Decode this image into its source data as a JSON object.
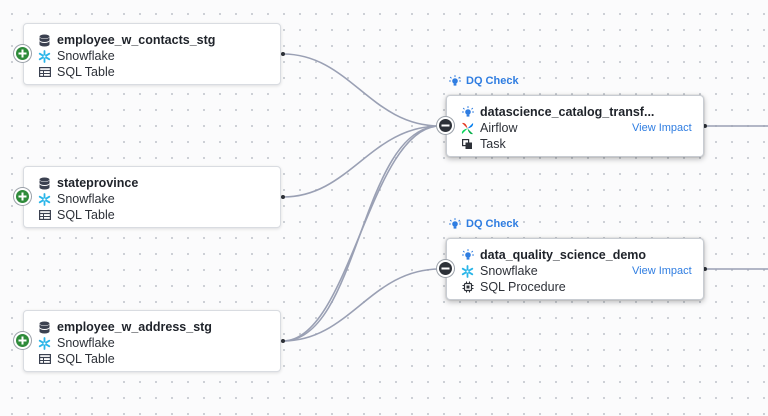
{
  "nodes": {
    "n1": {
      "name": "employee_w_contacts_stg",
      "platform": "Snowflake",
      "type": "SQL Table"
    },
    "n2": {
      "name": "stateprovince",
      "platform": "Snowflake",
      "type": "SQL Table"
    },
    "n3": {
      "name": "employee_w_address_stg",
      "platform": "Snowflake",
      "type": "SQL Table"
    },
    "n4": {
      "name": "datascience_catalog_transf...",
      "platform": "Airflow",
      "type": "Task",
      "badge": "DQ Check",
      "action": "View Impact"
    },
    "n5": {
      "name": "data_quality_science_demo",
      "platform": "Snowflake",
      "type": "SQL Procedure",
      "badge": "DQ Check",
      "action": "View Impact"
    }
  },
  "colors": {
    "accent": "#2f7de1",
    "expand": "#2e8b3a",
    "collapse": "#2d3138",
    "edge": "#9aa0b4"
  },
  "icons": [
    "database-icon",
    "snowflake-icon",
    "table-icon",
    "bulb-icon",
    "airflow-icon",
    "task-icon",
    "procedure-icon",
    "plus-icon",
    "minus-icon"
  ]
}
